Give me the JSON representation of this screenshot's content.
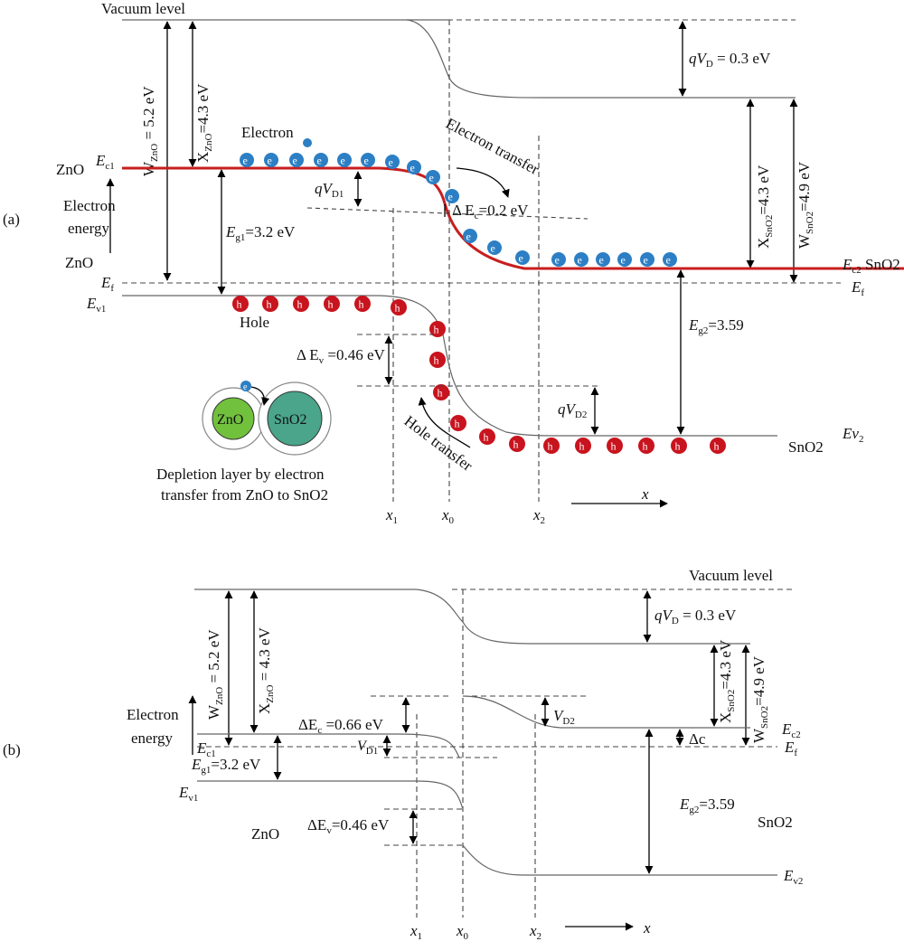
{
  "panel_a": {
    "panel_label": "(a)",
    "vacuum_level": "Vacuum level",
    "w_zno": {
      "main": "W",
      "sub": "ZnO",
      "rest": " = 5.2 eV"
    },
    "x_zno": {
      "main": "X",
      "sub": "ZnO",
      "rest": "=4.3 eV"
    },
    "qvd": {
      "main": "qV",
      "sub": "D",
      "rest": " = 0.3 eV"
    },
    "x_sno2": {
      "main": "X",
      "sub": "SnO2",
      "rest": "=4.3 eV"
    },
    "w_sno2": {
      "main": "W",
      "sub": "SnO2",
      "rest": "=4.9 eV"
    },
    "electron_label": "Electron",
    "electron_transfer": "Electron transfer",
    "zno_left": "ZnO",
    "ec1": {
      "main": "E",
      "sub": "c1"
    },
    "electron_energy_1": "Electron",
    "electron_energy_2": "energy",
    "zno_lower": "ZnO",
    "eg1": {
      "main": "E",
      "sub": "g1",
      "rest": "=3.2 eV"
    },
    "qvd1": {
      "main": "qV",
      "sub": "D1"
    },
    "delta_ec": {
      "main": "Δ E",
      "sub": "c",
      "rest": "=0.2 eV"
    },
    "ec2": {
      "main": "E",
      "sub": "c2",
      "rest": " SnO2"
    },
    "ef_left": {
      "main": "E",
      "sub": "f"
    },
    "ef_right": {
      "main": "E",
      "sub": "f"
    },
    "ev1": {
      "main": "E",
      "sub": "v1"
    },
    "hole_label": "Hole",
    "delta_ev": {
      "main": "Δ E",
      "sub": "v",
      "rest": " =0.46 eV"
    },
    "eg2": {
      "main": "E",
      "sub": "g2",
      "rest": "=3.59"
    },
    "qvd2": {
      "main": "qV",
      "sub": "D2"
    },
    "ev2": {
      "main": "Ev",
      "sub": "2"
    },
    "sno2_right": "SnO2",
    "hole_transfer": "Hole transfer",
    "sphere_zno": "ZnO",
    "sphere_sno2": "SnO2",
    "sphere_e": "e",
    "caption_1": "Depletion layer by electron",
    "caption_2": "transfer from ZnO to SnO2",
    "x1": {
      "main": "x",
      "sub": "1"
    },
    "x0": {
      "main": "x",
      "sub": "0"
    },
    "x2": {
      "main": "x",
      "sub": "2"
    },
    "x_axis": "x",
    "e_symbol": "e",
    "h_symbol": "h"
  },
  "panel_b": {
    "panel_label": "(b)",
    "vacuum_level": "Vacuum level",
    "w_zno": {
      "main": "W",
      "sub": "ZnO",
      "rest": " = 5.2 eV"
    },
    "x_zno": {
      "main": "X",
      "sub": "ZnO",
      "rest": " = 4.3 eV"
    },
    "qvd": {
      "main": "qV",
      "sub": "D",
      "rest": " = 0.3 eV"
    },
    "x_sno2": {
      "main": "X",
      "sub": "SnO2",
      "rest": "=4.3 eV"
    },
    "w_sno2": {
      "main": "W",
      "sub": "SnO2",
      "rest": "=4.9 eV"
    },
    "electron_energy_1": "Electron",
    "electron_energy_2": "energy",
    "delta_ec": {
      "main": "ΔE",
      "sub": "c",
      "rest": " =0.66 eV"
    },
    "vd1": {
      "main": "V",
      "sub": "D1"
    },
    "vd2": {
      "main": "V",
      "sub": "D2"
    },
    "ec1": {
      "main": "E",
      "sub": "c1"
    },
    "eg1": {
      "main": "E",
      "sub": "g1",
      "rest": "=3.2 eV"
    },
    "ev1": {
      "main": "E",
      "sub": "v1"
    },
    "zno": "ZnO",
    "delta_ev": {
      "main": "ΔE",
      "sub": "v",
      "rest": "=0.46 eV"
    },
    "delta_c": "Δc",
    "ec2": {
      "main": "E",
      "sub": "c2"
    },
    "ef": {
      "main": "E",
      "sub": "f"
    },
    "eg2": {
      "main": "E",
      "sub": "g2",
      "rest": "=3.59"
    },
    "sno2": "SnO2",
    "ev2": {
      "main": "E",
      "sub": "v2"
    },
    "x1": {
      "main": "x",
      "sub": "1"
    },
    "x0": {
      "main": "x",
      "sub": "0"
    },
    "x2": {
      "main": "x",
      "sub": "2"
    },
    "x_axis": "x"
  },
  "colors": {
    "band_edge": "#c81e1e",
    "electron": "#2c7fc4",
    "hole": "#c8141e",
    "zno_sphere": "#72c13d",
    "sno2_sphere": "#4aa58a"
  }
}
